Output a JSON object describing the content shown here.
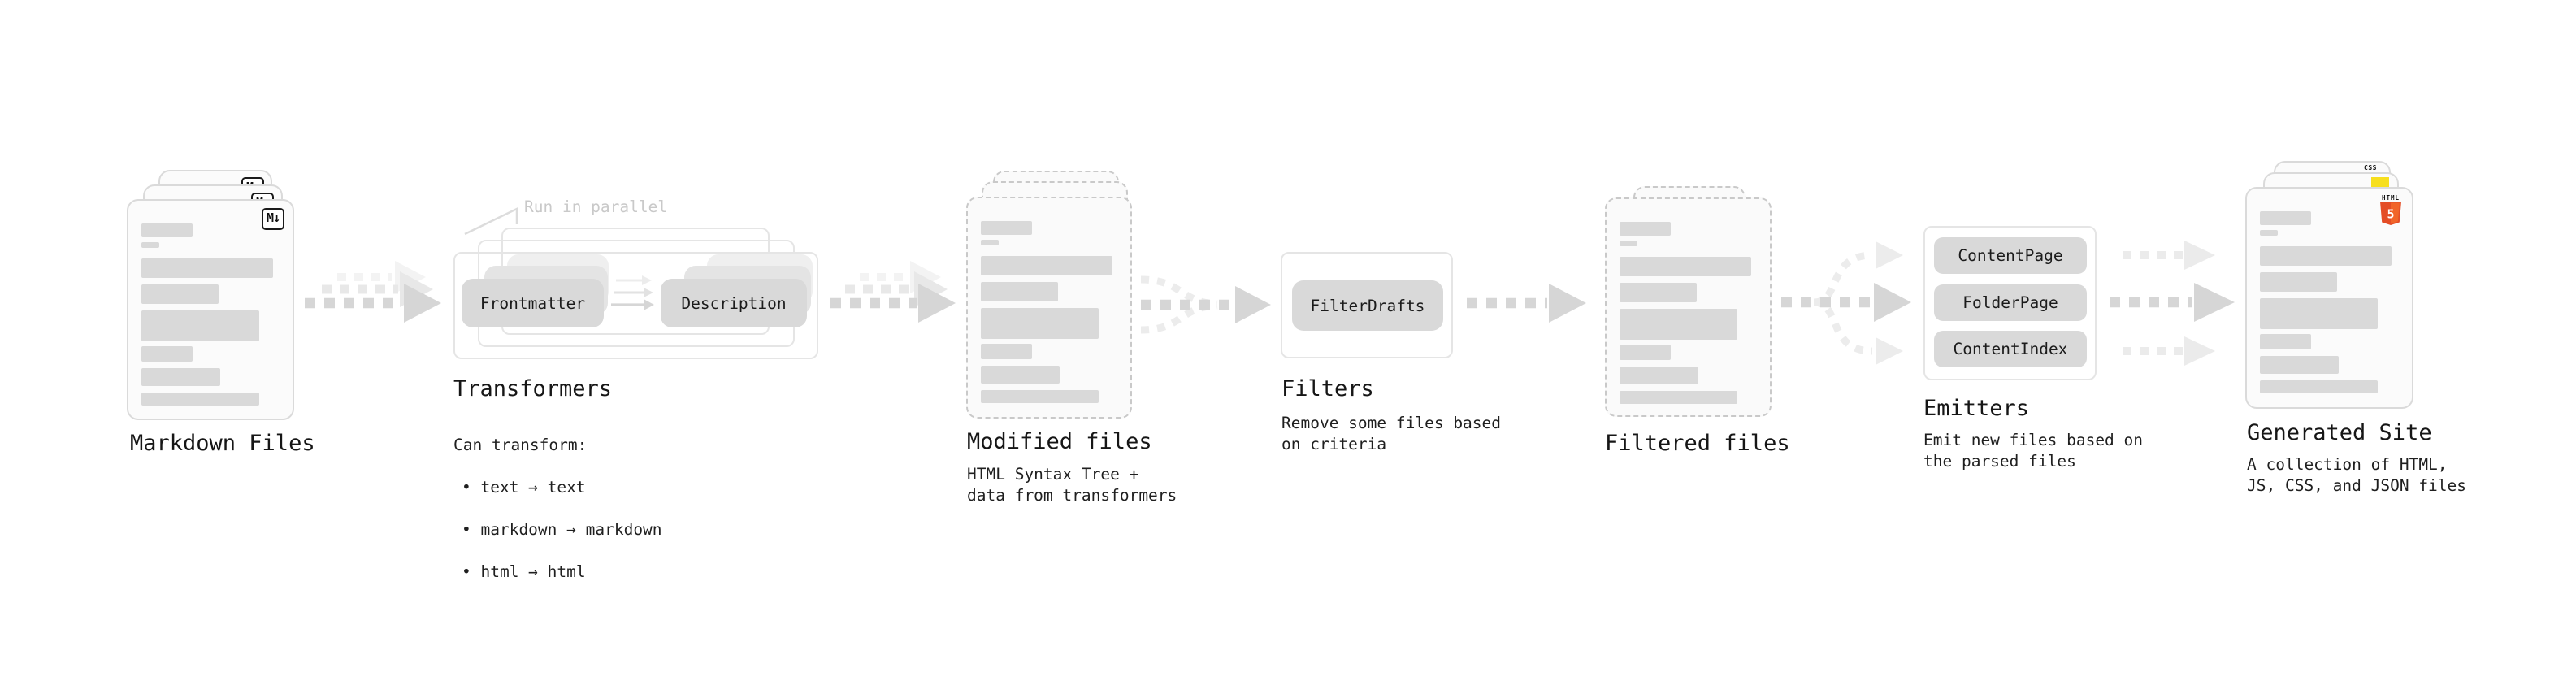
{
  "nodes": {
    "markdown_files": {
      "label": "Markdown Files",
      "badge": "M↓"
    },
    "transformers": {
      "label": "Transformers",
      "annotation": "Run in parallel",
      "pill_frontmatter": "Frontmatter",
      "pill_description": "Description",
      "subtitle": "Can transform:",
      "bullets": [
        "• text → text",
        "• markdown → markdown",
        "• html → html"
      ]
    },
    "modified_files": {
      "label": "Modified files",
      "description": "HTML Syntax Tree +\ndata from transformers"
    },
    "filters": {
      "label": "Filters",
      "pill_filterdrafts": "FilterDrafts",
      "description": "Remove some files based\non criteria"
    },
    "filtered_files": {
      "label": "Filtered files"
    },
    "emitters": {
      "label": "Emitters",
      "pill_contentpage": "ContentPage",
      "pill_folderpage": "FolderPage",
      "pill_contentindex": "ContentIndex",
      "description": "Emit new files based on\nthe parsed files"
    },
    "generated_site": {
      "label": "Generated Site",
      "description": "A collection of HTML,\nJS, CSS, and JSON files",
      "badge_css": "CSS",
      "badge_html_text": "HTML",
      "badge_html_number": "5"
    }
  },
  "colors": {
    "html5_orange": "#e44d26",
    "html5_orange_light": "#f16529",
    "js_yellow": "#f7df1e",
    "css_blue": "#2a66f5",
    "pill_gray": "#d9d9d9",
    "placeholder_bar_gray": "#d9d9d9",
    "arrow_dark": "#d6d6d6",
    "arrow_mid": "#e8e8e8",
    "arrow_light": "#f3f3f3",
    "annotation_gray": "#c9c9c9"
  }
}
